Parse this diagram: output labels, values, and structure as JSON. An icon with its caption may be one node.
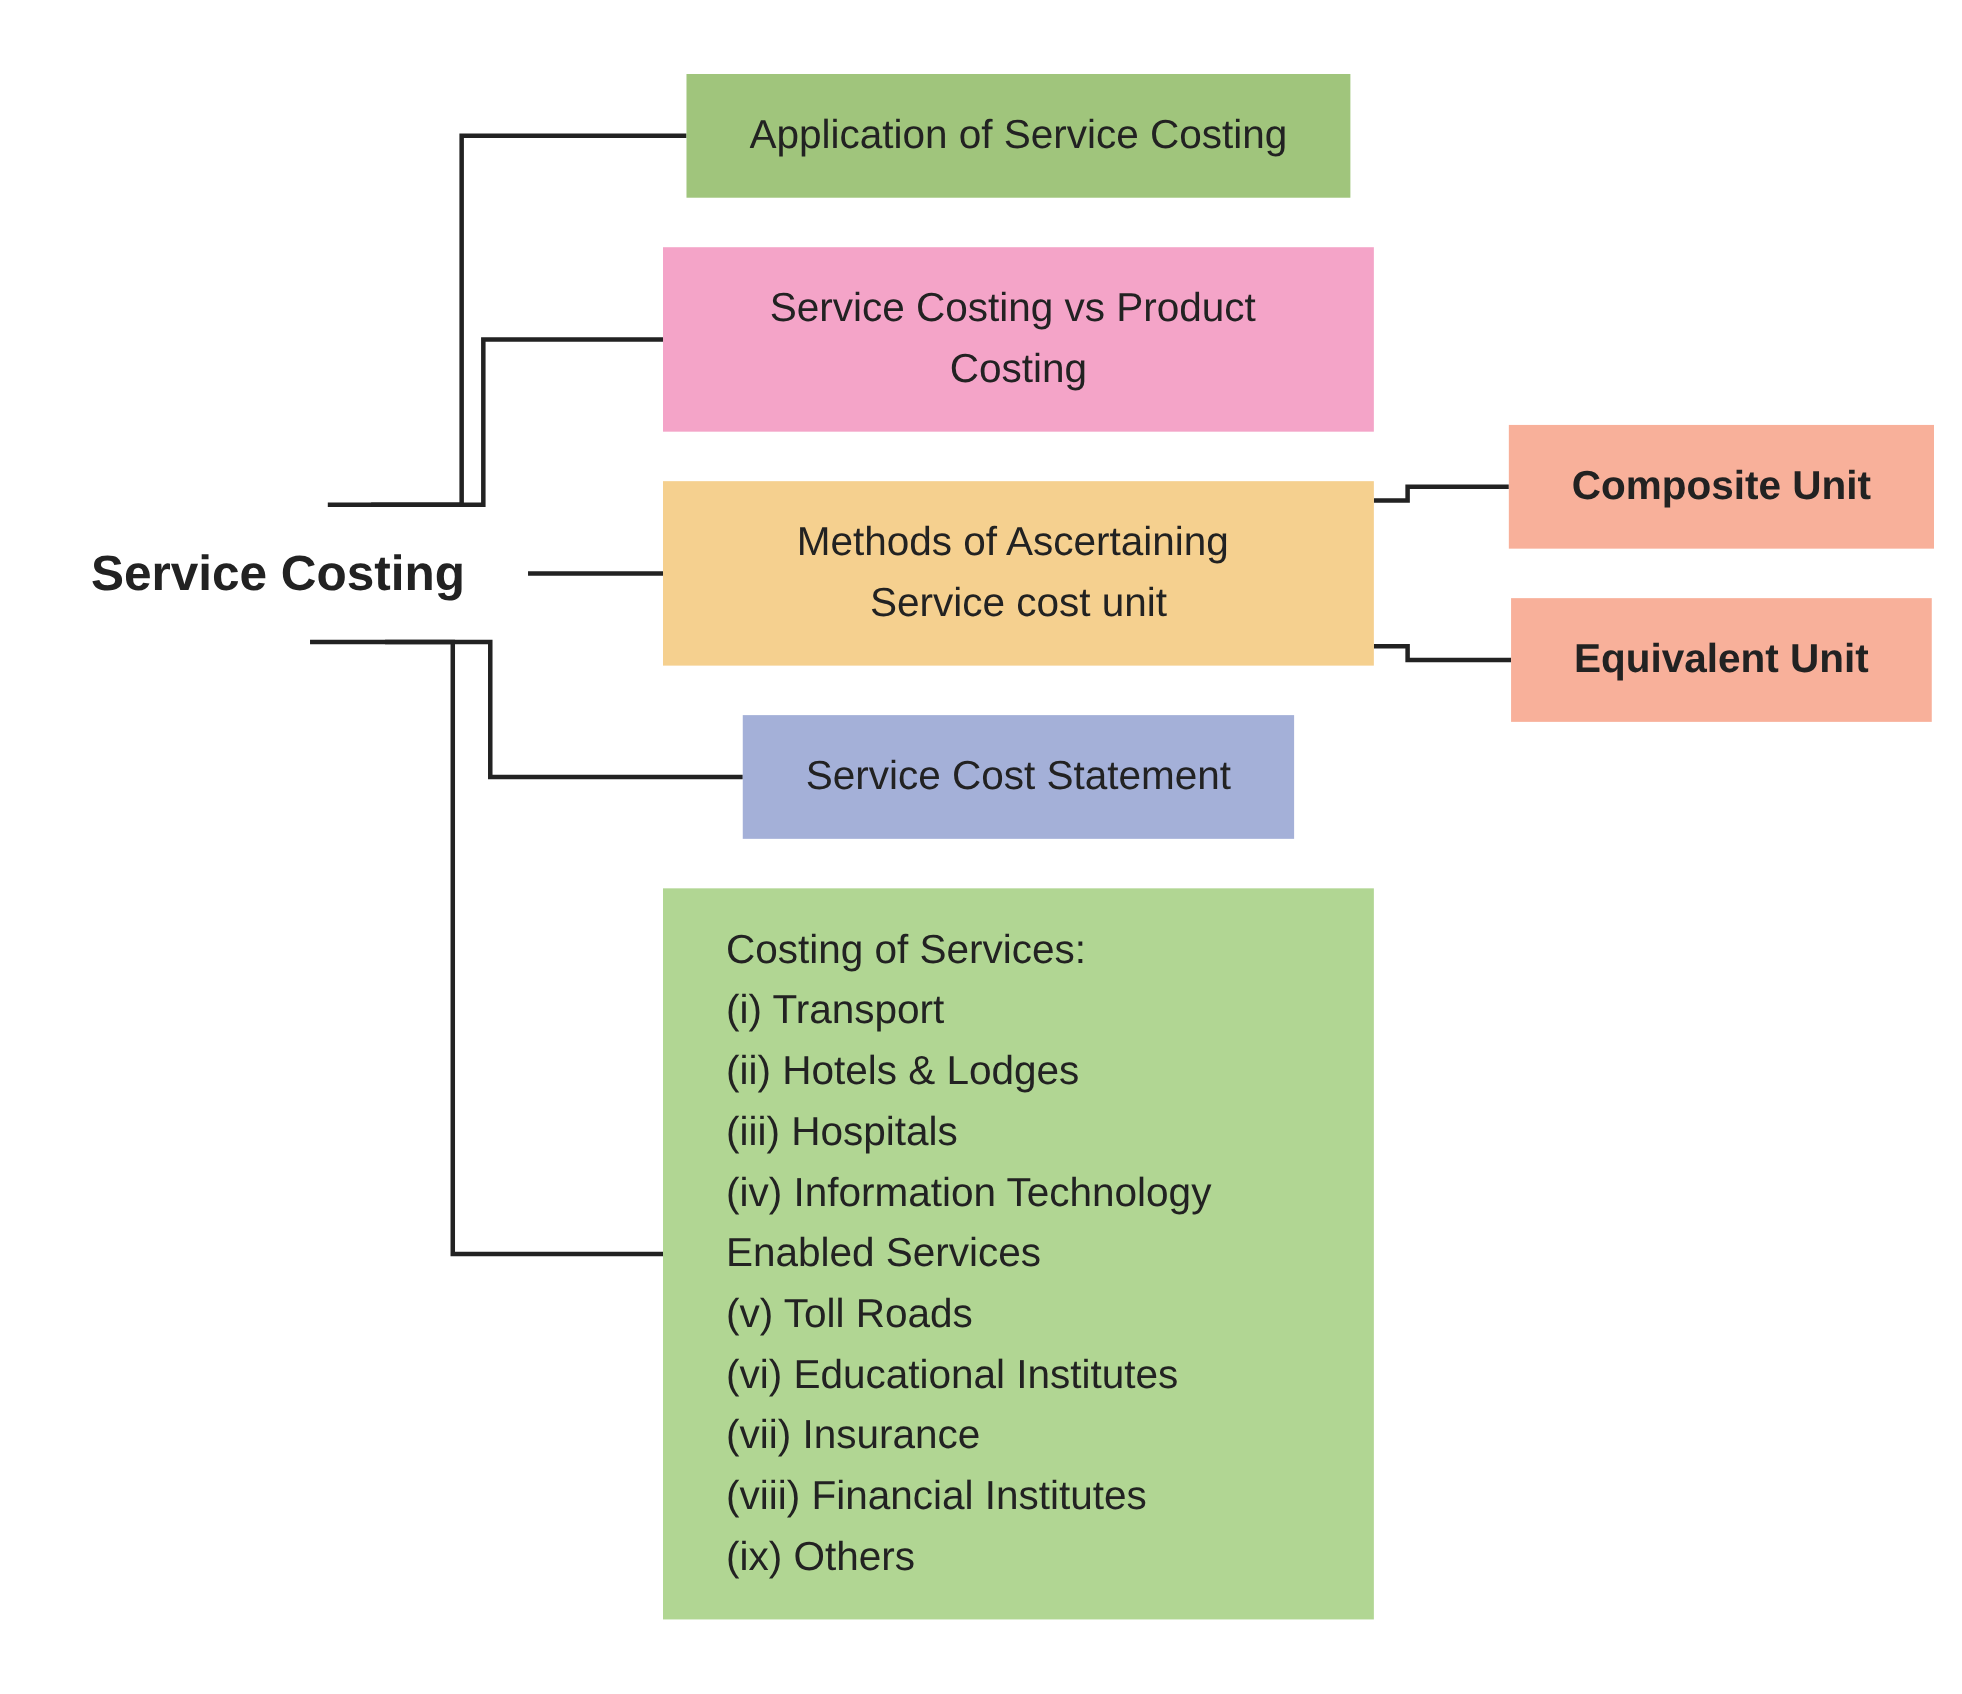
{
  "diagram": {
    "nodes": [
      {
        "text": [
          "Service Costing"
        ]
      },
      {
        "text": [
          "Application of Service Costing"
        ]
      },
      {
        "text": [
          "Service Costing vs Product Costing"
        ]
      },
      {
        "text": [
          "Methods of Ascertaining Service cost unit"
        ]
      },
      {
        "text": [
          "Composite Unit"
        ]
      },
      {
        "text": [
          "Equivalent Unit"
        ]
      },
      {
        "text": [
          "Service Cost Statement"
        ]
      },
      {
        "text": [
          "Costing of Services:",
          "(i) Transport",
          "(ii) Hotels & Lodges",
          "(iii) Hospitals",
          "(iv) Information Technology Enabled Services",
          "(v) Toll Roads",
          "(vi) Educational Institutes",
          "(vii) Insurance",
          "(viii) Financial Institutes",
          "(ix) Others"
        ]
      }
    ],
    "edges": [
      {
        "from": 0,
        "to": 1,
        "arrow": "none"
      },
      {
        "from": 0,
        "to": 2,
        "arrow": "none"
      },
      {
        "from": 0,
        "to": 3,
        "arrow": "none"
      },
      {
        "from": 3,
        "to": 4,
        "arrow": "none"
      },
      {
        "from": 3,
        "to": 5,
        "arrow": "none"
      },
      {
        "from": 0,
        "to": 6,
        "arrow": "none"
      },
      {
        "from": 0,
        "to": 7,
        "arrow": "none"
      }
    ]
  }
}
